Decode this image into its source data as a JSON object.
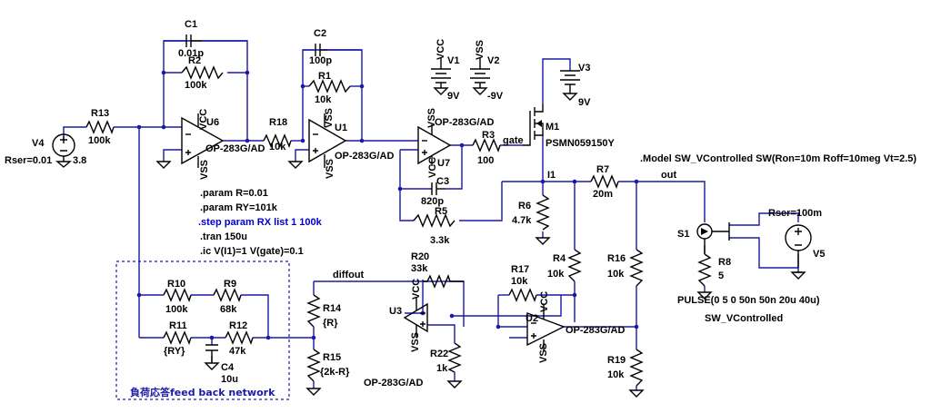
{
  "components": {
    "V4": {
      "ref": "V4",
      "value": "3.8",
      "param": "Rser=0.01"
    },
    "R13": {
      "ref": "R13",
      "value": "100k"
    },
    "C1": {
      "ref": "C1",
      "value": "0.01p"
    },
    "R2": {
      "ref": "R2",
      "value": "100k"
    },
    "U6": {
      "ref": "U6",
      "model": "OP-283G/AD"
    },
    "R18": {
      "ref": "R18",
      "value": "10k"
    },
    "C2": {
      "ref": "C2",
      "value": "100p"
    },
    "R1": {
      "ref": "R1",
      "value": "10k"
    },
    "U1": {
      "ref": "U1",
      "model": "OP-283G/AD"
    },
    "V1": {
      "ref": "V1",
      "value": "9V"
    },
    "V2": {
      "ref": "V2",
      "value": "-9V"
    },
    "V3": {
      "ref": "V3",
      "value": "9V"
    },
    "U7": {
      "ref": "U7",
      "model": "OP-283G/AD"
    },
    "R3": {
      "ref": "R3",
      "value": "100"
    },
    "M1": {
      "ref": "M1",
      "model": "PSMN059150Y"
    },
    "C3": {
      "ref": "C3",
      "value": "820p"
    },
    "R5": {
      "ref": "R5",
      "value": "3.3k"
    },
    "R6": {
      "ref": "R6",
      "value": "4.7k"
    },
    "R7": {
      "ref": "R7",
      "value": "20m"
    },
    "R4": {
      "ref": "R4",
      "value": "10k"
    },
    "R16": {
      "ref": "R16",
      "value": "10k"
    },
    "R19": {
      "ref": "R19",
      "value": "10k"
    },
    "S1": {
      "ref": "S1",
      "model": "SW_VControlled"
    },
    "R8": {
      "ref": "R8",
      "value": "5"
    },
    "V5": {
      "ref": "V5",
      "value": "PULSE(0 5 0 50n 50n 20u 40u)",
      "param": "Rser=100m"
    },
    "R10": {
      "ref": "R10",
      "value": "100k"
    },
    "R9": {
      "ref": "R9",
      "value": "68k"
    },
    "R11": {
      "ref": "R11",
      "value": "{RY}"
    },
    "R12": {
      "ref": "R12",
      "value": "47k"
    },
    "C4": {
      "ref": "C4",
      "value": "10u"
    },
    "R20": {
      "ref": "R20",
      "value": "33k"
    },
    "R14": {
      "ref": "R14",
      "value": "{R}"
    },
    "R15": {
      "ref": "R15",
      "value": "{2k-R}"
    },
    "U3": {
      "ref": "U3",
      "model": "OP-283G/AD"
    },
    "R22": {
      "ref": "R22",
      "value": "1k"
    },
    "R17": {
      "ref": "R17",
      "value": "10k"
    },
    "U2": {
      "ref": "U2",
      "model": "OP-283G/AD"
    }
  },
  "nets": {
    "vcc": "VCC",
    "vss": "VSS",
    "gate": "gate",
    "i1": "I1",
    "out": "out",
    "diffout": "diffout"
  },
  "directives": {
    "param_r": ".param R=0.01",
    "param_ry": ".param RY=101k",
    "step": ".step param RX list 1  100k",
    "tran": ".tran 150u",
    "ic": ".ic V(I1)=1 V(gate)=0.1",
    "model": ".Model SW_VControlled SW(Ron=10m Roff=10meg Vt=2.5)"
  },
  "notes": {
    "feedback_box": "負荷応答feed back network"
  },
  "colors": {
    "wire": "#1a1aa6",
    "component": "#000000",
    "background": "#ffffff"
  }
}
